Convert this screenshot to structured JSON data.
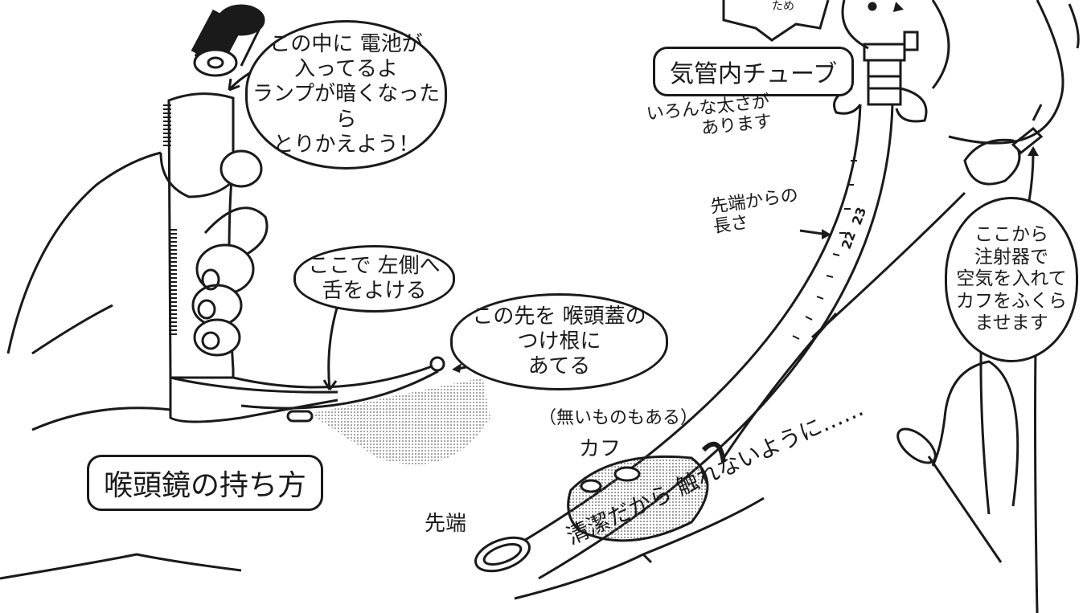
{
  "laryngoscope": {
    "battery_note": "この中に 電池が\n入ってるよ\nランプが暗くなったら\nとりかえよう！",
    "tongue_note": "ここで 左側へ\n舌をよける",
    "tip_note": "この先を 喉頭蓋の\nつけ根に\nあてる",
    "title": "喉頭鏡の持ち方"
  },
  "tube": {
    "title": "気管内チューブ",
    "sizes_note": "いろんな太さが\nあります",
    "length_note": "先端からの\n長さ",
    "scale_marks": [
      "22",
      "23"
    ],
    "cuff_optional": "（無いものもある）",
    "cuff": "カフ",
    "tip": "先端",
    "clean_note": "清潔だから 触れないように……",
    "syringe_note": "ここから\n注射器で\n空気を入れて\nカフをふくら\nませます",
    "doll_speech": "ため"
  },
  "colors": {
    "ink": "#1a1a1a",
    "paper": "#ffffff",
    "shade": "#9a9a9a"
  }
}
